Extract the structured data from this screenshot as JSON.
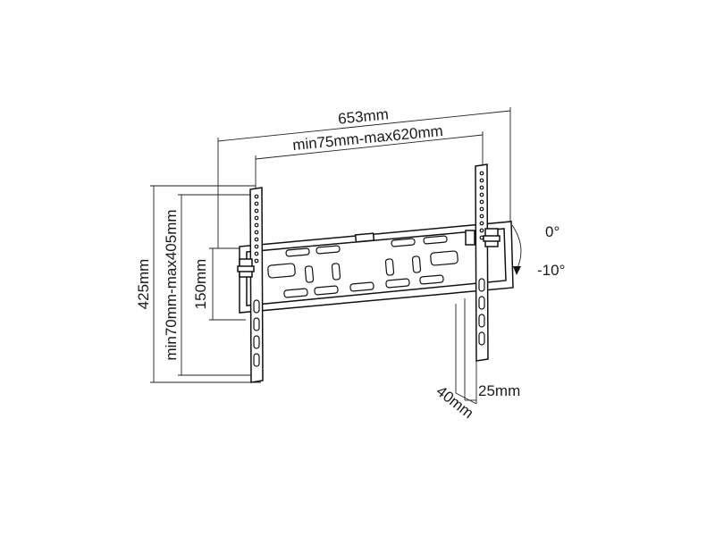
{
  "diagram": {
    "dims": {
      "overall_width": "653mm",
      "vesa_width": "min75mm-max620mm",
      "overall_height": "425mm",
      "vesa_height": "min70mm-max405mm",
      "plate_height": "150mm",
      "depth_min": "25mm",
      "depth_max": "40mm",
      "tilt_start": "0°",
      "tilt_end": "-10°"
    },
    "colors": {
      "line": "#111111",
      "background": "#ffffff"
    }
  }
}
